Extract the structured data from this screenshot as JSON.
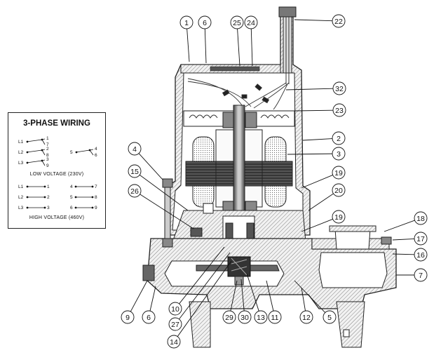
{
  "wiring_box": {
    "title": "3-PHASE WIRING",
    "low_voltage_caption": "LOW VOLTAGE (230V)",
    "high_voltage_caption": "HIGH VOLTAGE (460V)",
    "low_rows": [
      {
        "line": "L1",
        "terminals": [
          "1",
          "7"
        ]
      },
      {
        "line": "L2",
        "terminals": [
          "2",
          "8"
        ]
      },
      {
        "line": "L3",
        "terminals": [
          "3",
          "9"
        ]
      },
      {
        "line": "5",
        "terminals": [
          "4",
          "6"
        ]
      }
    ],
    "high_rows": [
      {
        "left": [
          "L1",
          "1"
        ],
        "right": [
          "4",
          "7"
        ]
      },
      {
        "left": [
          "L2",
          "2"
        ],
        "right": [
          "5",
          "8"
        ]
      },
      {
        "left": [
          "L3",
          "3"
        ],
        "right": [
          "6",
          "9"
        ]
      }
    ]
  },
  "callouts": [
    "1",
    "6",
    "25",
    "24",
    "22",
    "32",
    "23",
    "2",
    "3",
    "4",
    "15",
    "26",
    "19",
    "20",
    "19",
    "18",
    "17",
    "16",
    "7",
    "9",
    "6",
    "10",
    "27",
    "14",
    "29",
    "30",
    "13",
    "11",
    "12",
    "5"
  ]
}
